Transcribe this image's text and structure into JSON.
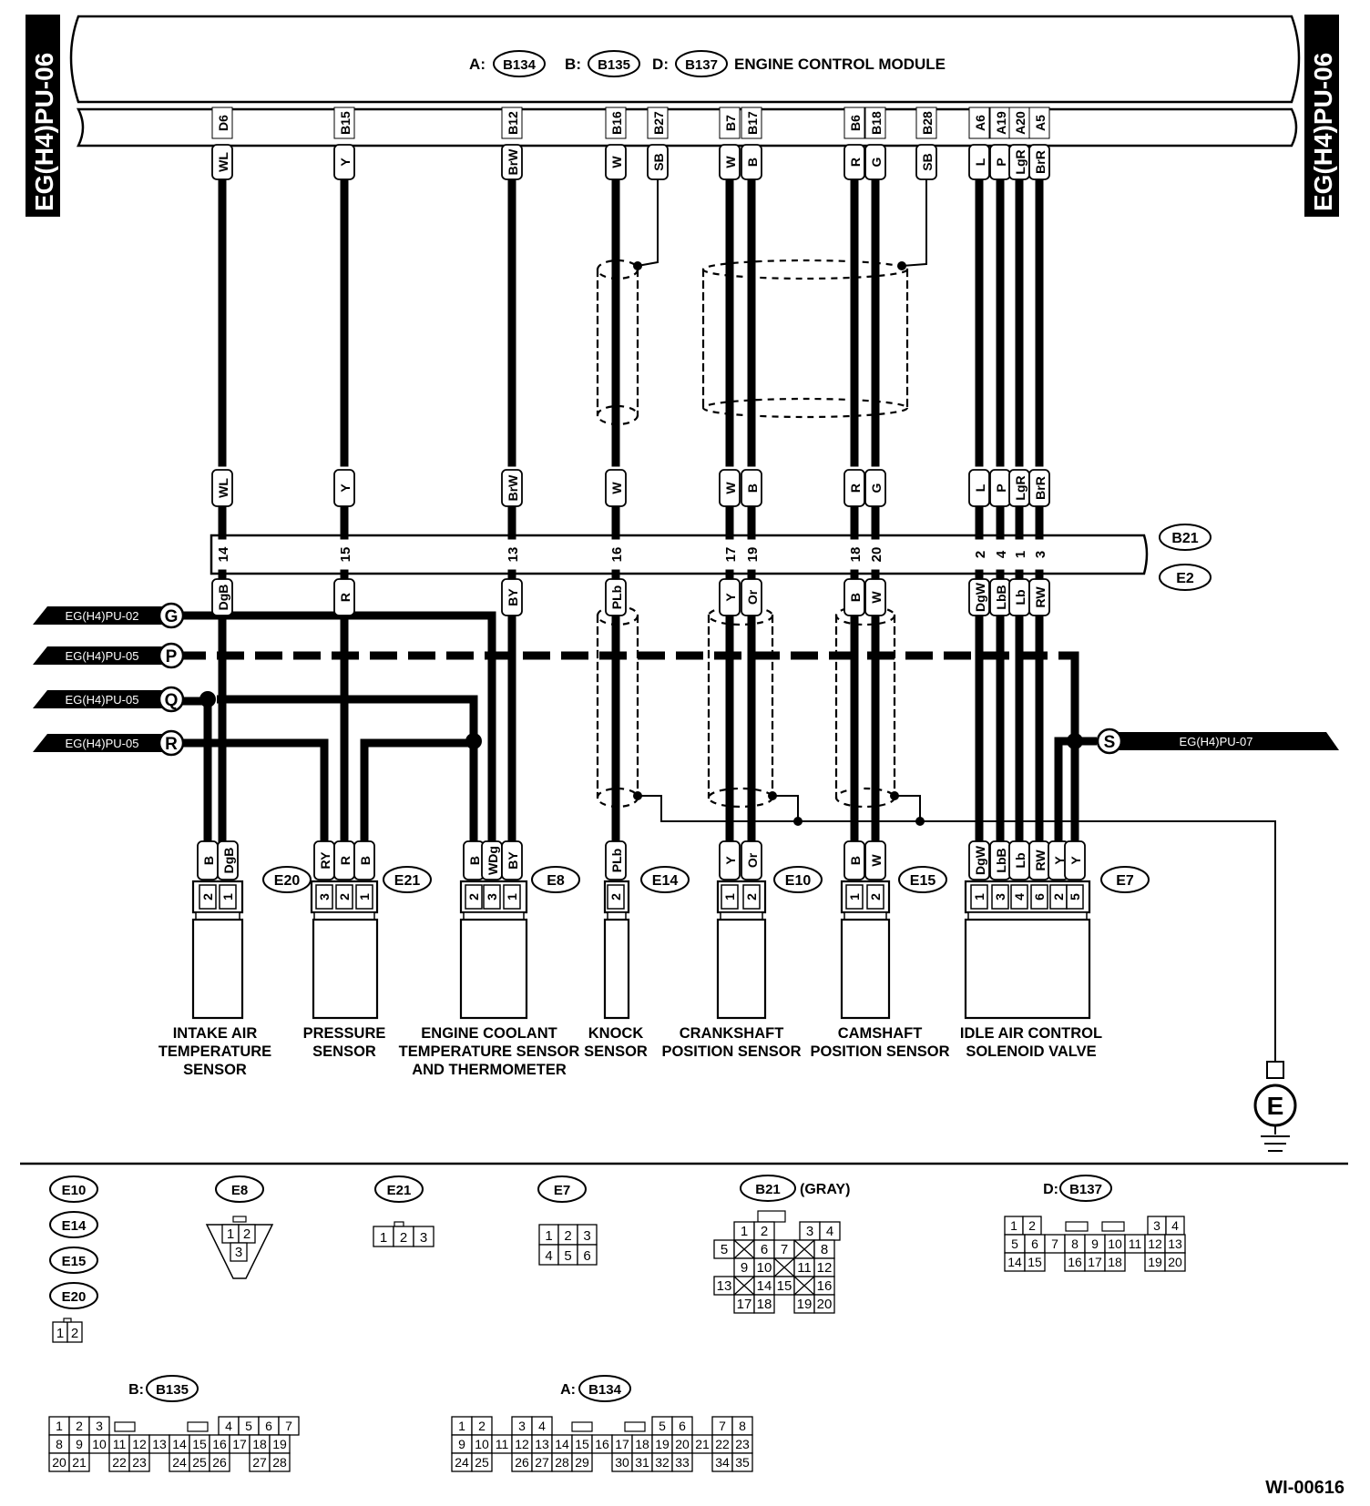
{
  "page_ref_left": "EG(H4)PU-06",
  "page_ref_right": "EG(H4)PU-06",
  "ecm": {
    "a_prefix": "A:",
    "a_conn": "B134",
    "b_prefix": "B:",
    "b_conn": "B135",
    "d_prefix": "D:",
    "d_conn": "B137",
    "title": "ENGINE CONTROL MODULE"
  },
  "b21_label": "B21",
  "e2_label": "E2",
  "wires": [
    {
      "pin": "D6",
      "top": "WL",
      "b21": "14",
      "bottom": "DgB"
    },
    {
      "pin": "B15",
      "top": "Y",
      "b21": "15",
      "bottom": "R"
    },
    {
      "pin": "B12",
      "top": "BrW",
      "b21": "13",
      "bottom": "BY"
    },
    {
      "pin": "B16",
      "top": "W",
      "b21": "16",
      "bottom": "PLb"
    },
    {
      "pin": "B27",
      "top": "SB"
    },
    {
      "pin": "B7",
      "top": "W",
      "b21": "17",
      "bottom": "Y"
    },
    {
      "pin": "B17",
      "top": "B",
      "b21": "19",
      "bottom": "Or"
    },
    {
      "pin": "B6",
      "top": "R",
      "b21": "18",
      "bottom": "B"
    },
    {
      "pin": "B18",
      "top": "G",
      "b21": "20",
      "bottom": "W"
    },
    {
      "pin": "B28",
      "top": "SB"
    },
    {
      "pin": "A6",
      "top": "L",
      "b21": "2",
      "bottom": "DgW"
    },
    {
      "pin": "A19",
      "top": "P",
      "b21": "4",
      "bottom": "LbB"
    },
    {
      "pin": "A20",
      "top": "LgR",
      "b21": "1",
      "bottom": "Lb"
    },
    {
      "pin": "A5",
      "top": "BrR",
      "b21": "3",
      "bottom": "RW"
    }
  ],
  "refs_left": [
    {
      "page": "EG(H4)PU-02",
      "letter": "G"
    },
    {
      "page": "EG(H4)PU-05",
      "letter": "P"
    },
    {
      "page": "EG(H4)PU-05",
      "letter": "Q"
    },
    {
      "page": "EG(H4)PU-05",
      "letter": "R"
    }
  ],
  "ref_right": {
    "page": "EG(H4)PU-07",
    "letter": "S"
  },
  "components": [
    {
      "id": "E20",
      "wires": [
        "B",
        "DgB"
      ],
      "pins": [
        "2",
        "1"
      ],
      "name": [
        "INTAKE AIR",
        "TEMPERATURE",
        "SENSOR"
      ]
    },
    {
      "id": "E21",
      "wires": [
        "RY",
        "R",
        "B"
      ],
      "pins": [
        "3",
        "2",
        "1"
      ],
      "name": [
        "PRESSURE",
        "SENSOR"
      ]
    },
    {
      "id": "E8",
      "wires": [
        "B",
        "WDg",
        "BY"
      ],
      "pins": [
        "2",
        "3",
        "1"
      ],
      "name": [
        "ENGINE COOLANT",
        "TEMPERATURE SENSOR",
        "AND THERMOMETER"
      ]
    },
    {
      "id": "E14",
      "wires": [
        "PLb"
      ],
      "pins": [
        "2"
      ],
      "name": [
        "KNOCK",
        "SENSOR"
      ]
    },
    {
      "id": "E10",
      "wires": [
        "Y",
        "Or"
      ],
      "pins": [
        "1",
        "2"
      ],
      "name": [
        "CRANKSHAFT",
        "POSITION SENSOR"
      ]
    },
    {
      "id": "E15",
      "wires": [
        "B",
        "W"
      ],
      "pins": [
        "1",
        "2"
      ],
      "name": [
        "CAMSHAFT",
        "POSITION SENSOR"
      ]
    },
    {
      "id": "E7",
      "wires": [
        "DgW",
        "LbB",
        "Lb",
        "RW",
        "Y",
        "Y"
      ],
      "pins": [
        "1",
        "3",
        "4",
        "6",
        "2",
        "5"
      ],
      "name": [
        "IDLE AIR CONTROL",
        "SOLENOID VALVE"
      ]
    }
  ],
  "ground": "E",
  "legend": {
    "small_ids": [
      "E10",
      "E14",
      "E15",
      "E20"
    ],
    "small_pins": [
      "1",
      "2"
    ],
    "e8": {
      "id": "E8",
      "pins": [
        "1",
        "2",
        "3"
      ]
    },
    "e21": {
      "id": "E21",
      "pins": [
        "1",
        "2",
        "3"
      ]
    },
    "e7": {
      "id": "E7",
      "pins": [
        "1",
        "2",
        "3",
        "4",
        "5",
        "6"
      ]
    },
    "b21": {
      "id": "B21",
      "note": "(GRAY)",
      "pins": [
        "1",
        "2",
        "3",
        "4",
        "5",
        "6",
        "7",
        "8",
        "9",
        "10",
        "11",
        "12",
        "13",
        "14",
        "15",
        "16",
        "17",
        "18",
        "19",
        "20"
      ]
    },
    "b137": {
      "prefix": "D:",
      "id": "B137",
      "pins": [
        "1",
        "2",
        "3",
        "4",
        "5",
        "6",
        "7",
        "8",
        "9",
        "10",
        "11",
        "12",
        "13",
        "14",
        "15",
        "16",
        "17",
        "18",
        "19",
        "20"
      ]
    },
    "b135": {
      "prefix": "B:",
      "id": "B135",
      "pins": [
        "1",
        "2",
        "3",
        "4",
        "5",
        "6",
        "7",
        "8",
        "9",
        "10",
        "11",
        "12",
        "13",
        "14",
        "15",
        "16",
        "17",
        "18",
        "19",
        "20",
        "21",
        "22",
        "23",
        "24",
        "25",
        "26",
        "27",
        "28"
      ]
    },
    "b134": {
      "prefix": "A:",
      "id": "B134",
      "pins": [
        "1",
        "2",
        "3",
        "4",
        "5",
        "6",
        "7",
        "8",
        "9",
        "10",
        "11",
        "12",
        "13",
        "14",
        "15",
        "16",
        "17",
        "18",
        "19",
        "20",
        "21",
        "22",
        "23",
        "24",
        "25",
        "26",
        "27",
        "28",
        "29",
        "30",
        "31",
        "32",
        "33",
        "34",
        "35"
      ]
    }
  },
  "figure_id": "WI-00616"
}
